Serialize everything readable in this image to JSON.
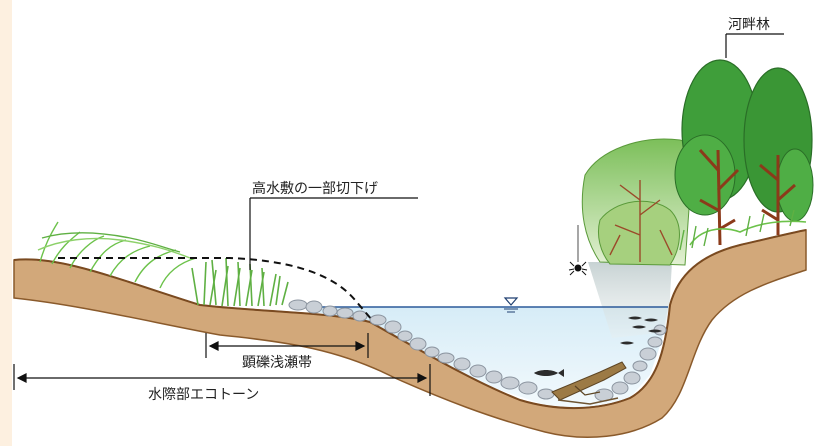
{
  "labels": {
    "riparian_forest": "河畔林",
    "floodplain_cut": "高水敷の一部切下げ",
    "gravel_shallows": "顕礫浅瀬帯",
    "waterside_ecotone": "水際部エコトーン"
  },
  "symbols": {
    "water_level": "water-level-triangle-icon"
  },
  "colors": {
    "background": "#fdf0e0",
    "soil": "#d2a87a",
    "soil_edge": "#8a5a2b",
    "water": "#e6f3fa",
    "water_line": "#2b5a9a",
    "grass": "#6cc24a",
    "tree": "#3f9e3a",
    "trunk": "#8b3a1a",
    "stone": "#c9cfd6"
  }
}
